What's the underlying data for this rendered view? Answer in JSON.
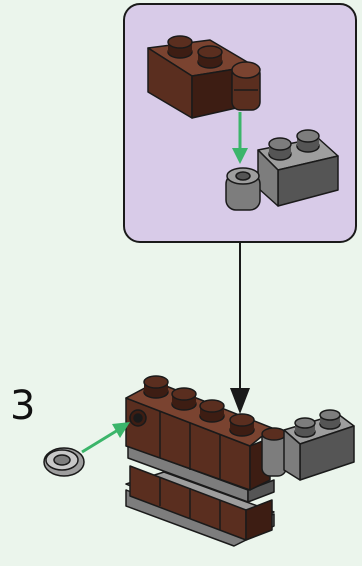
{
  "step": {
    "number": "3"
  },
  "colors": {
    "background": "#ebf5ec",
    "callout_fill": "#d8cbe8",
    "callout_border": "#1a1a1a",
    "brown": "#5a2e1f",
    "brown_dark": "#3d1d13",
    "brown_light": "#7a4330",
    "gray": "#7d7d7d",
    "gray_dark": "#555555",
    "gray_light": "#9e9e9e",
    "arrow_green": "#3bb56a",
    "outline": "#1a1a1a"
  },
  "icons": {
    "callout": "subassembly-callout",
    "hinge_arrow": "green-attach-arrow",
    "pointer": "callout-pointer-arrow",
    "technic_pin": "light-gray-pin-icon"
  }
}
